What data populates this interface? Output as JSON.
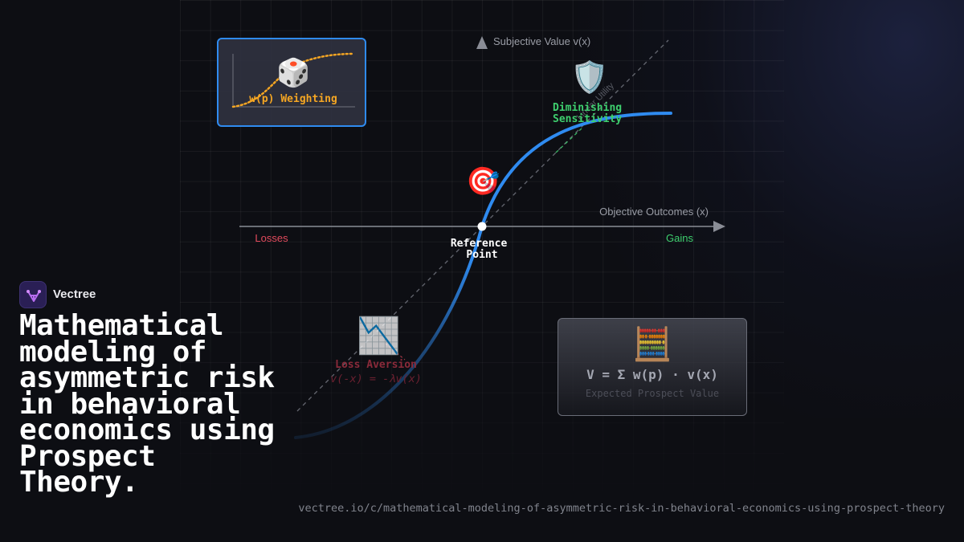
{
  "diagram": {
    "y_axis_label": "Subjective Value v(x)",
    "x_axis_label": "Objective Outcomes (x)",
    "losses_label": "Losses",
    "gains_label": "Gains",
    "reference_point_label": [
      "Reference",
      "Point"
    ],
    "linear_utility_label": "Linear Utility",
    "diminishing_sensitivity_label": [
      "Diminishing",
      "Sensitivity"
    ],
    "loss_aversion_label": "Loss Aversion",
    "loss_aversion_formula": "v(-x) = -λv(x)",
    "weighting_label": "w(p) Weighting",
    "formula": "V = Σ w(p) · v(x)",
    "formula_caption": "Expected Prospect Value",
    "colors": {
      "value_curve": "#2f8bf0",
      "gains": "#3ecf6e",
      "losses": "#e14a5c",
      "weighting": "#f5a623",
      "axis": "#8a8d96"
    },
    "icons": {
      "reference": "target-icon",
      "gains": "shield-icon",
      "losses": "chart-decreasing-icon",
      "weighting": "dice-icon",
      "formula": "abacus-icon"
    }
  },
  "brand": {
    "name": "Vectree"
  },
  "headline": "Mathematical modeling of asymmetric risk in behavioral economics using Prospect Theory.",
  "url": "vectree.io/c/mathematical-modeling-of-asymmetric-risk-in-behavioral-economics-using-prospect-theory"
}
